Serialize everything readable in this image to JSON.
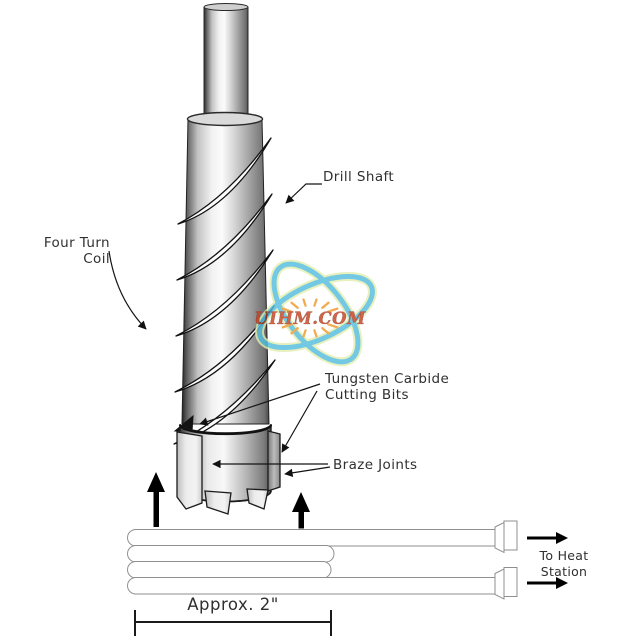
{
  "page": {
    "background": "#ffffff"
  },
  "labels": {
    "drill_shaft": "Drill Shaft",
    "four_turn_coil": {
      "line1": "Four Turn",
      "line2": "Coil"
    },
    "tungsten_bits": {
      "line1": "Tungsten Carbide",
      "line2": "Cutting Bits"
    },
    "braze_joints": "Braze Joints",
    "to_heat_station": {
      "line1": "To Heat",
      "line2": "Station"
    },
    "dimension": "Approx. 2\""
  },
  "logo": {
    "text": "UIHM.COM",
    "ellipse_color": "#55bedd",
    "halo_color": "#e3eeb0",
    "ray_color": "#ef9b2e",
    "text_color": "#c8431f"
  },
  "colors": {
    "outline": "#1a1a1a",
    "label_text": "#303030",
    "metal_light": "#fafafa",
    "metal_dark": "#2a2a2a",
    "tube_outline": "#8f8f8f",
    "arrow": "#000000"
  }
}
